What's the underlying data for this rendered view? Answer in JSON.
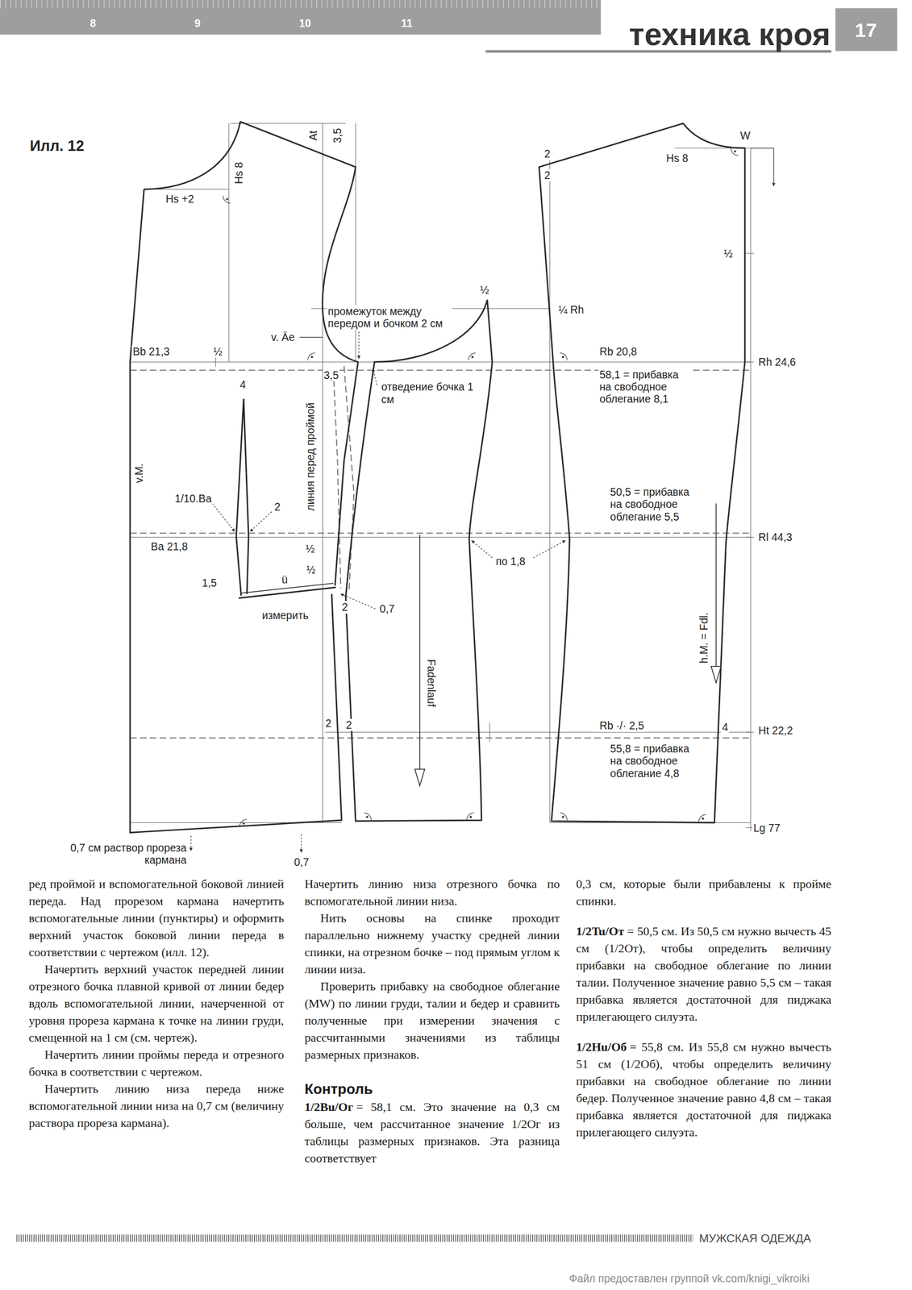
{
  "diagram": {
    "title": "техника кроя",
    "caption": "Илл. 12",
    "labels": [
      "8",
      "9",
      "10",
      "11",
      "17",
      "Hs +2",
      "Hs 8",
      "At",
      "3,5",
      "2",
      "2",
      "Hs 8",
      "W",
      "½",
      "½",
      "¼ Rh",
      "промежуток между передом и бочком 2 см",
      "v. Äe",
      "Bb 21,3",
      "½",
      "Rb 20,8",
      "Rh 24,6",
      "3,5",
      "отведение бочка 1 см",
      "58,1 = прибавка на свободное облегание 8,1",
      "4",
      "линия перед проймой",
      "v.M.",
      "50,5 = прибавка на свободное облегание 5,5",
      "1/10.Ba",
      "2",
      "Ba 21,8",
      "Rl 44,3",
      "½",
      "½",
      "ü",
      "1,5",
      "по 1,8",
      "измерить",
      "2",
      "0,7",
      "Fadenlauf",
      "h.M. = Fdl.",
      "2",
      "2",
      "Rb ·/· 2,5",
      "4",
      "Ht 22,2",
      "55,8 = прибавка на свободное облегание 4,8",
      "Lg 77",
      "0,7 см раствор прореза кармана",
      "0,7",
      "ред проймой и вспомогательной боковой линией переда. Над прорезом кармана начертить вспомогательные линии (пунктиры) и оформить верхний участок боковой линии переда в соответствии с чертежом (илл. 12).",
      "Начертить верхний участок передней линии отрезного бочка плавной кривой от линии бедер вдоль вспомогательной линии, начерченной от уровня прореза кармана к точке на линии груди, смещенной на 1 см (см. чертеж).",
      "Начертить линии проймы переда и отрезного бочка в соответствии с чертежом.",
      "Начертить линию низа переда ниже вспомогательной линии низа на 0,7 см (величину раствора прореза кармана).",
      "Начертить линию низа отрезного бочка по вспомогательной линии низа.",
      "Нить основы на спинке проходит параллельно нижнему участку средней линии спинки, на отрезном бочке – под прямым углом к линии низа.",
      "Проверить прибавку на свободное облегание (MW) по линии груди, талии и бедер и сравнить полученные при измерении значения с рассчитанными значениями из таблицы размерных признаков.",
      "Контроль",
      "1/2Bu/Ог",
      "= 58,1 см. Это значение на 0,3 см больше, чем рассчитанное значение 1/2Ог из таблицы размерных признаков. Эта разница соответствует",
      "0,3 см, которые были прибавлены к пройме спинки.",
      "1/2Tu/От",
      "= 50,5 см. Из 50,5 см нужно вычесть 45 см (1/2От), чтобы определить величину прибавки на свободное облегание по линии талии. Полученное значение равно 5,5 см – такая прибавка является достаточной для пиджака прилегающего силуэта.",
      "1/2Hu/Об",
      "= 55,8 см. Из 55,8 см нужно вычесть 51 см (1/2Об), чтобы определить величину прибавки на свободное облегание по линии бедер. Полученное значение равно 4,8 см – такая прибавка является достаточной для пиджака прилегающего силуэта.",
      "МУЖСКАЯ ОДЕЖДА",
      "Файл предоставлен группой vk.com/knigi_vikroiki"
    ]
  }
}
